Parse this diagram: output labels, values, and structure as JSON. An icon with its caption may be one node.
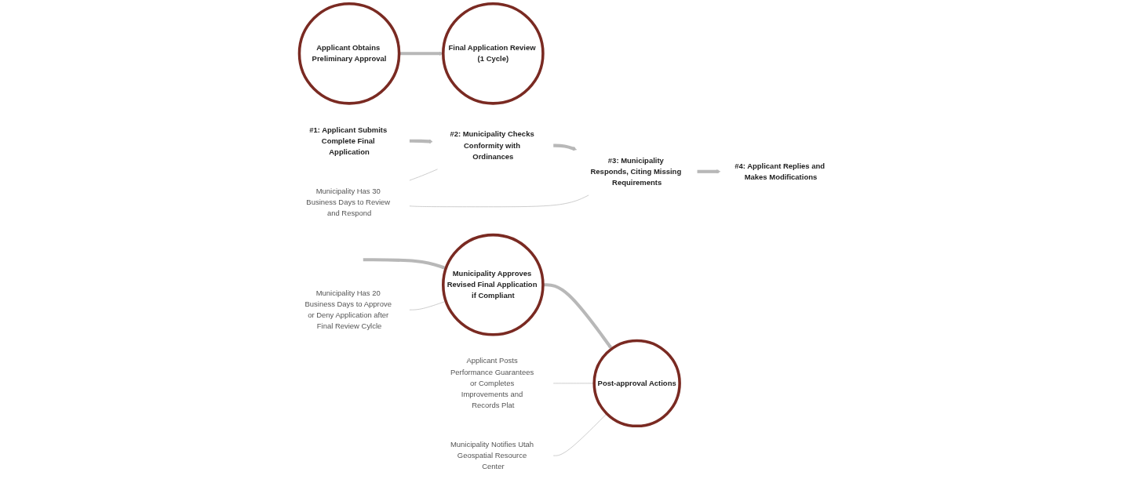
{
  "diagram": {
    "nodes": [
      {
        "text": [
          "Applicant Obtains Preliminary Approval"
        ]
      },
      {
        "text": [
          "Final Application Review (1 Cycle)"
        ]
      },
      {
        "text": [
          "#1: Applicant Submits Complete Final Application"
        ]
      },
      {
        "text": [
          "#2: Municipality Checks Conformity with Ordinances"
        ]
      },
      {
        "text": [
          "#3: Municipality Responds, Citing Missing Requirements"
        ]
      },
      {
        "text": [
          "#4: Applicant Replies and Makes Modifications"
        ]
      },
      {
        "text": [
          "Municipality Has 30 Business Days to Review and Respond"
        ]
      },
      {
        "text": [
          "Municipality Approves Revised Final Application if Compliant"
        ]
      },
      {
        "text": [
          "Post-approval Actions"
        ]
      },
      {
        "text": [
          "Municipality Has 20 Business Days to Approve or Deny Application after Final Review Cylcle"
        ]
      },
      {
        "text": [
          "Applicant Posts Performance Guarantees or Completes Improvements and Records Plat"
        ]
      },
      {
        "text": [
          "Municipality Notifies Utah Geospatial Resource Center"
        ]
      }
    ],
    "edges": [
      {
        "from": 0,
        "to": 1,
        "arrow": "to"
      },
      {
        "from": 2,
        "to": 3,
        "arrow": "to"
      },
      {
        "from": 3,
        "to": 4,
        "arrow": "to"
      },
      {
        "from": 4,
        "to": 5,
        "arrow": "to"
      },
      {
        "from": null,
        "to": 7,
        "arrow": "to"
      },
      {
        "from": 7,
        "to": 8,
        "arrow": "to"
      },
      {
        "from": 6,
        "to": 4,
        "arrow": "none"
      },
      {
        "from": 6,
        "to": 3,
        "arrow": "none"
      },
      {
        "from": 9,
        "to": 7,
        "arrow": "none"
      },
      {
        "from": 10,
        "to": 8,
        "arrow": "none"
      },
      {
        "from": 11,
        "to": 8,
        "arrow": "none"
      }
    ]
  }
}
